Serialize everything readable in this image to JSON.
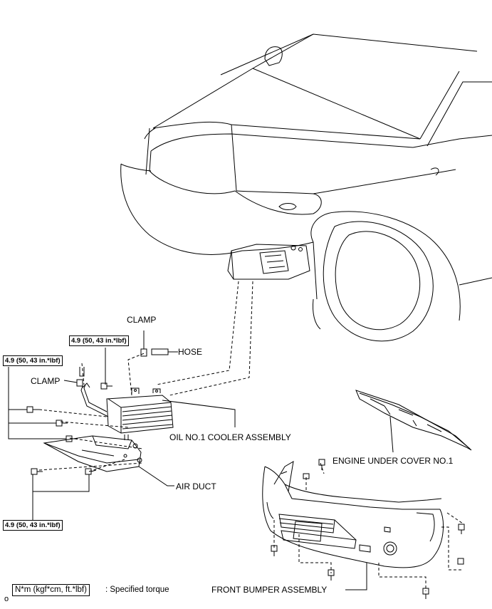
{
  "labels": {
    "clamp_top": "CLAMP",
    "hose": "HOSE",
    "clamp_left": "CLAMP",
    "oil_cooler": "OIL NO.1 COOLER ASSEMBLY",
    "engine_under_cover": "ENGINE UNDER COVER NO.1",
    "air_duct": "AIR DUCT",
    "front_bumper": "FRONT BUMPER ASSEMBLY"
  },
  "torque_specs": {
    "upper_bolt": "4.9 (50, 43 in.*lbf)",
    "left_bolts": "4.9 (50, 43 in.*lbf)",
    "lower_bolts": "4.9 (50, 43 in.*lbf)"
  },
  "legend": {
    "unit_box": "N*m (kgf*cm, ft.*lbf)",
    "description": ": Specified torque",
    "corner_mark": "o"
  },
  "colors": {
    "line": "#000000",
    "background": "#ffffff"
  }
}
